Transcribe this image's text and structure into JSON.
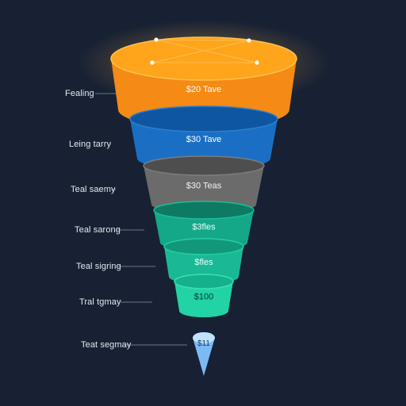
{
  "stages": [
    {
      "side_label": "Fealing",
      "value_label": "$20 Tave",
      "top": "#ffa51c",
      "front": "#f58a14",
      "rim": "#ffc34d",
      "text": "#ffffff"
    },
    {
      "side_label": "Leing tarry",
      "value_label": "$30 Tave",
      "top": "#0f56a0",
      "front": "#1a6fc4",
      "rim": "#2c80d4",
      "text": "#ffffff"
    },
    {
      "side_label": "Teal saemy",
      "value_label": "$30 Teas",
      "top": "#4e4e4e",
      "front": "#6b6b6b",
      "rim": "#7c7c7c",
      "text": "#f2f2f2"
    },
    {
      "side_label": "Teal sarong",
      "value_label": "$3fles",
      "top": "#0f7a63",
      "front": "#14a888",
      "rim": "#1bbd97",
      "text": "#e8fff8"
    },
    {
      "side_label": "Teal sigring",
      "value_label": "$fles",
      "top": "#11987a",
      "front": "#1ab996",
      "rim": "#26cda6",
      "text": "#e8fff8"
    },
    {
      "side_label": "Tral tgmay",
      "value_label": "$100",
      "top": "#15b08c",
      "front": "#22d3a6",
      "rim": "#3be0b6",
      "text": "#073a2e"
    },
    {
      "side_label": "Teat segmay",
      "value_label": "$11",
      "top": "#bfe2ff",
      "front": "#7cbaf5",
      "rim": "#a6d3ff",
      "text": "#1b3b63"
    }
  ],
  "colors": {
    "background": "#172133",
    "leader": "#8593a8",
    "node": "#ffffff"
  }
}
